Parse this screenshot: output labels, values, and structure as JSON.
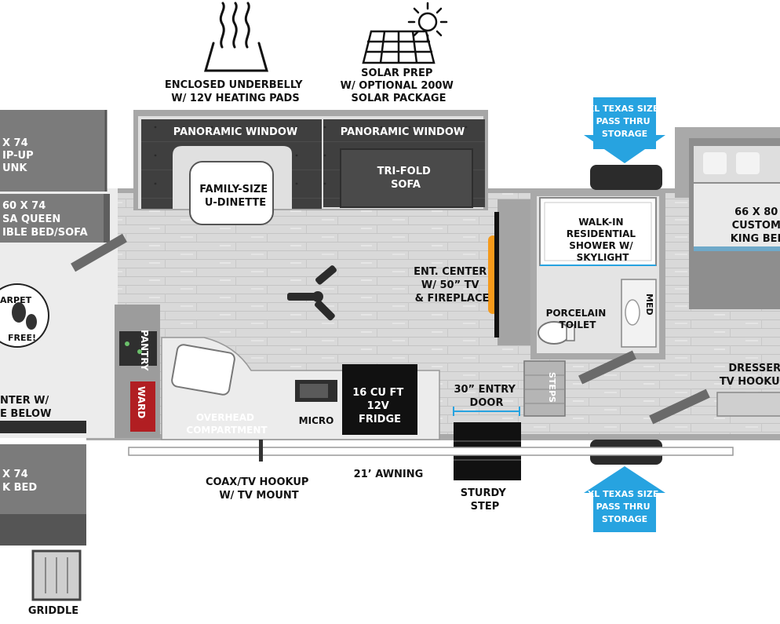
{
  "colors": {
    "floor": "#d6d6d6",
    "wall": "#a9a9a9",
    "sofa": "#3d3d3d",
    "slide_box": "#7b7b7b",
    "blue_callout": "#27a3e0",
    "bed": "#8e8e8e",
    "ward_red": "#b11e22",
    "fireplace": "#f59a1b"
  },
  "icons": [
    "heat-waves-icon",
    "solar-panel-icon",
    "sun-icon",
    "ceiling-fan-icon",
    "carpet-free-footprints-icon"
  ],
  "features": {
    "underbelly": [
      "ENCLOSED UNDERBELLY",
      "W/ 12V HEATING PADS"
    ],
    "solar": [
      "SOLAR PREP",
      "W/ OPTIONAL 200W",
      "SOLAR PACKAGE"
    ]
  },
  "callouts": {
    "storage_top": [
      "XL TEXAS SIZE",
      "PASS THRU",
      "STORAGE"
    ],
    "storage_bottom": [
      "XL TEXAS SIZE",
      "PASS THRU",
      "STORAGE"
    ]
  },
  "bunk_room": {
    "flip_up_bunk": [
      "X 74",
      "IP-UP",
      "UNK"
    ],
    "sofa_bed": [
      "60 X 74",
      "SA QUEEN",
      "IBLE BED/SOFA"
    ],
    "carpet": [
      "ARPET",
      "FREE!"
    ],
    "center": [
      "NTER W/",
      "E BELOW"
    ],
    "bottom_bed": [
      "X 74",
      "K BED"
    ],
    "griddle": "GRIDDLE"
  },
  "living": {
    "window_left": "PANORAMIC WINDOW",
    "window_right": "PANORAMIC WINDOW",
    "dinette": [
      "FAMILY-SIZE",
      "U-DINETTE"
    ],
    "sofa": [
      "TRI-FOLD",
      "SOFA"
    ],
    "ent_center": [
      "ENT. CENTER",
      "W/ 50” TV",
      "& FIREPLACE"
    ]
  },
  "kitchen": {
    "pantry": "PANTRY",
    "ward": "WARD",
    "overhead": [
      "OVERHEAD",
      "COMPARTMENT"
    ],
    "micro": "MICRO",
    "fridge": [
      "16 CU FT",
      "12V",
      "FRIDGE"
    ]
  },
  "entry": {
    "door": [
      "30” ENTRY",
      "DOOR"
    ],
    "step": [
      "STURDY",
      "STEP"
    ],
    "awning": "21’ AWNING",
    "coax": [
      "COAX/TV HOOKUP",
      "W/ TV MOUNT"
    ]
  },
  "bath": {
    "shower": [
      "WALK-IN",
      "RESIDENTIAL",
      "SHOWER W/",
      "SKYLIGHT"
    ],
    "toilet": [
      "PORCELAIN",
      "TOILET"
    ],
    "med": "MED",
    "steps": "STEPS"
  },
  "bedroom": {
    "bed": [
      "66 X 80",
      "CUSTOM",
      "KING BED"
    ],
    "dresser": [
      "DRESSER",
      "TV HOOKUP"
    ]
  }
}
